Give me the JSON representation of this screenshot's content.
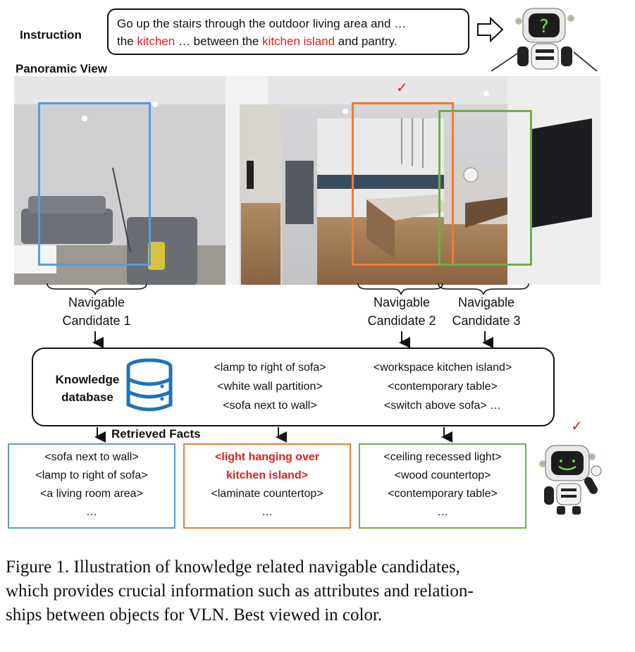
{
  "instruction": {
    "label": "Instruction",
    "line1": "Go up the stairs through the outdoor living area and …",
    "line2_a": "the ",
    "line2_b": "kitchen",
    "line2_c": " … between the ",
    "line2_d": "kitchen island",
    "line2_e": " and pantry."
  },
  "panorama": {
    "label": "Panoramic View",
    "checkmark": "✓"
  },
  "candidates": [
    {
      "line1": "Navigable",
      "line2": "Candidate 1",
      "color": "#5b9bd5"
    },
    {
      "line1": "Navigable",
      "line2": "Candidate 2",
      "color": "#ed7d31"
    },
    {
      "line1": "Navigable",
      "line2": "Candidate 3",
      "color": "#70ad47"
    }
  ],
  "knowledge": {
    "title_line1": "Knowledge",
    "title_line2": "database",
    "col1": [
      "<lamp to right of sofa>",
      "<white wall partition>",
      "<sofa next to wall>"
    ],
    "col2": [
      "<workspace kitchen island>",
      "<contemporary table>",
      "<switch above sofa> …"
    ]
  },
  "retrieved": {
    "label": "Retrieved Facts",
    "box1": [
      "<sofa next to wall>",
      "<lamp to right of sofa>",
      "<a living room area>",
      "…"
    ],
    "box2_highlight": [
      "<light hanging over",
      "kitchen island>"
    ],
    "box2": [
      "<laminate countertop>",
      "…"
    ],
    "box3": [
      "<ceiling recessed light>",
      "<wood countertop>",
      "<contemporary table>",
      "…"
    ],
    "checkmark": "✓"
  },
  "caption": {
    "line1": "Figure 1.  Illustration of knowledge related navigable candidates,",
    "line2": "which provides crucial information such as attributes and relation-",
    "line3": "ships between objects for VLN.  Best viewed in color."
  }
}
